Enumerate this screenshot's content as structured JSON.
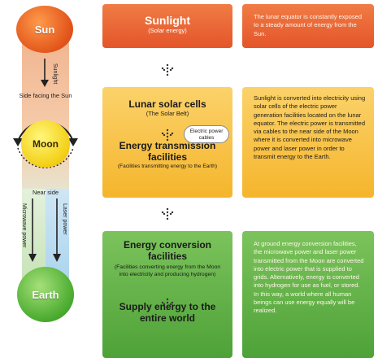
{
  "left_column": {
    "sun": "Sun",
    "moon": "Moon",
    "earth": "Earth",
    "sunlight": "Sunlight",
    "side_facing": "Side facing the Sun",
    "near_side": "Near side",
    "microwave_power": "Microwave power",
    "laser_power": "Laser power"
  },
  "sunlight_box": {
    "title": "Sunlight",
    "subtitle": "(Solar energy)",
    "description": "The lunar equator is constantly exposed to a steady amount of energy from the Sun."
  },
  "lunar_box": {
    "title": "Lunar solar cells",
    "subtitle": "(The Solar Belt)",
    "bubble": "Electric power cables",
    "title2": "Energy transmission facilities",
    "subtitle2": "(Facilities transmitting energy to the Earth)",
    "description": "Sunlight is converted into electricity using solar cells of the electric power generation facilities located on the lunar equator. The electric power is transmitted via cables to the near side of the Moon where it is converted into microwave power and laser power in order to transmit energy to the Earth."
  },
  "conversion_box": {
    "title": "Energy conversion facilities",
    "subtitle": "(Facilities converting energy from the Moon into electricity and producing hydrogen)",
    "title2": "Supply energy to the entire world",
    "description": "At ground energy conversion facilities, the microwave power and laser power transmitted from the Moon are converted into electric power that is supplied to grids. Alternatively, energy is converted into hydrogen for use as fuel, or stored. In this way, a world where all human beings can use energy equally will be realized."
  },
  "colors": {
    "orange": "#e4552a",
    "yellow": "#f5b52c",
    "green": "#4ea238"
  },
  "icons": [
    "arrow-down-icon",
    "dotted-arrow-icon",
    "orbit-arrow-icon"
  ]
}
